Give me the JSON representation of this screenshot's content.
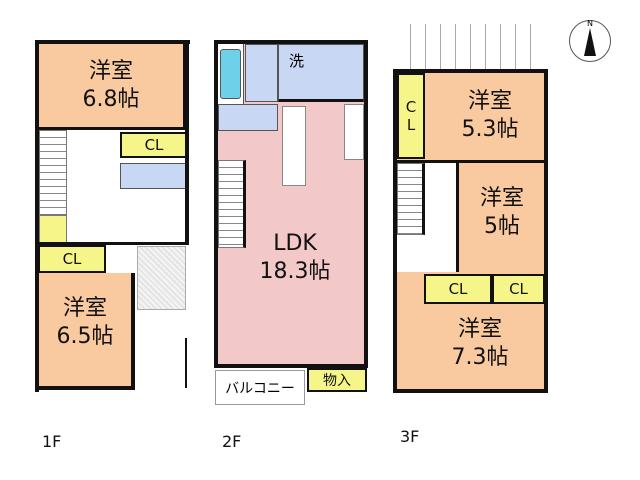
{
  "floors": [
    {
      "label": "1F",
      "rooms": [
        {
          "name": "洋室",
          "size": "6.8帖"
        },
        {
          "name": "洋室",
          "size": "6.5帖"
        }
      ],
      "closets": [
        "CL",
        "CL"
      ]
    },
    {
      "label": "2F",
      "rooms": [
        {
          "name": "LDK",
          "size": "18.3帖"
        }
      ],
      "wash": "洗",
      "balcony": "バルコニー",
      "storage": "物入"
    },
    {
      "label": "3F",
      "rooms": [
        {
          "name": "洋室",
          "size": "5.3帖"
        },
        {
          "name": "洋室",
          "size": "5帖"
        },
        {
          "name": "洋室",
          "size": "7.3帖"
        }
      ],
      "closets": [
        "C",
        "L",
        "CL",
        "CL"
      ]
    }
  ],
  "compass": "N",
  "colors": {
    "room": "#f9c9a0",
    "closet": "#f6f58a",
    "wet": "#c8d8f4",
    "ldk": "#f2c8c8"
  }
}
